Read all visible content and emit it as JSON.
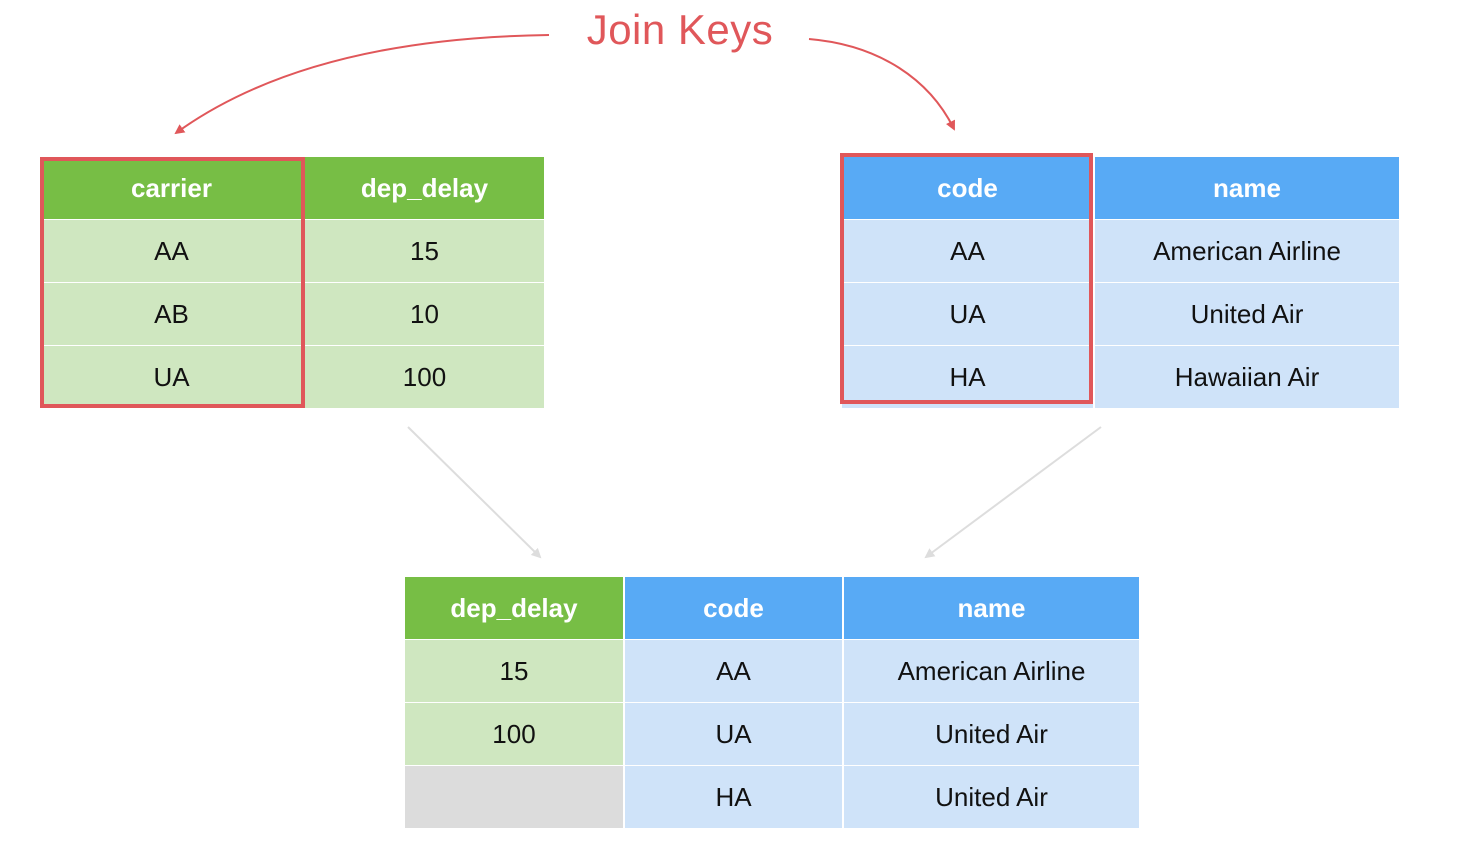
{
  "title": "Join Keys",
  "colors": {
    "accent_red": "#e0575a",
    "green_header": "#77be45",
    "green_cell": "#cfe7c0",
    "blue_header": "#58aaf5",
    "blue_cell": "#cfe3f9",
    "missing_cell": "#dcdcdc",
    "flow_arrow": "#dddddd"
  },
  "left_table": {
    "headers": [
      "carrier",
      "dep_delay"
    ],
    "rows": [
      [
        "AA",
        "15"
      ],
      [
        "AB",
        "10"
      ],
      [
        "UA",
        "100"
      ]
    ],
    "key_column": "carrier"
  },
  "right_table": {
    "headers": [
      "code",
      "name"
    ],
    "rows": [
      [
        "AA",
        "American Airline"
      ],
      [
        "UA",
        "United Air"
      ],
      [
        "HA",
        "Hawaiian Air"
      ]
    ],
    "key_column": "code"
  },
  "result_table": {
    "headers": [
      "dep_delay",
      "code",
      "name"
    ],
    "rows": [
      [
        "15",
        "AA",
        "American Airline"
      ],
      [
        "100",
        "UA",
        "United Air"
      ],
      [
        "",
        "HA",
        "United Air"
      ]
    ]
  }
}
